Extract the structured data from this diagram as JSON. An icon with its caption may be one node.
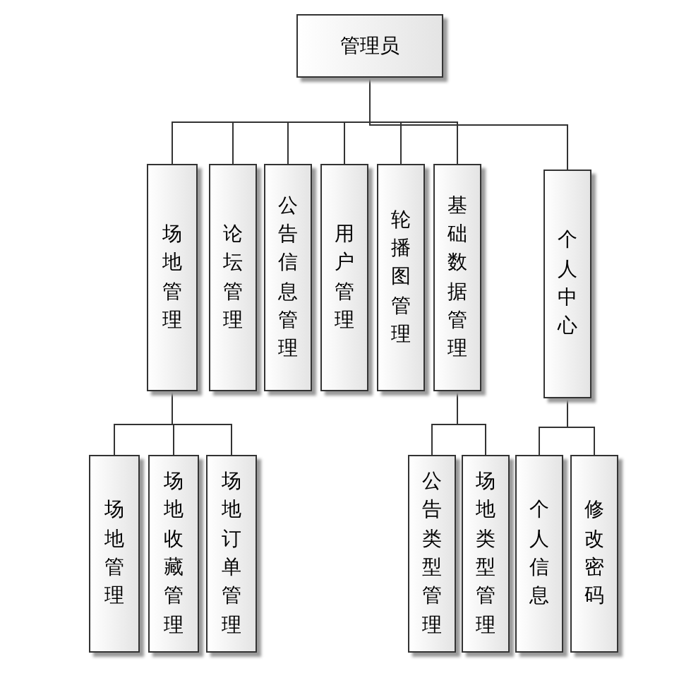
{
  "diagram": {
    "nodes": [
      {
        "text": [
          "管理员"
        ]
      },
      {
        "text": [
          "场地管理"
        ]
      },
      {
        "text": [
          "论坛管理"
        ]
      },
      {
        "text": [
          "公告信息管理"
        ]
      },
      {
        "text": [
          "用户管理"
        ]
      },
      {
        "text": [
          "轮播图管理"
        ]
      },
      {
        "text": [
          "基础数据管理"
        ]
      },
      {
        "text": [
          "个人中心"
        ]
      },
      {
        "text": [
          "场地管理"
        ]
      },
      {
        "text": [
          "场地收藏管理"
        ]
      },
      {
        "text": [
          "场地订单管理"
        ]
      },
      {
        "text": [
          "公告类型管理"
        ]
      },
      {
        "text": [
          "场地类型管理"
        ]
      },
      {
        "text": [
          "个人信息"
        ]
      },
      {
        "text": [
          "修改密码"
        ]
      }
    ],
    "edges": [
      {
        "from": 0,
        "to": 1,
        "arrow": "none"
      },
      {
        "from": 0,
        "to": 2,
        "arrow": "none"
      },
      {
        "from": 0,
        "to": 3,
        "arrow": "none"
      },
      {
        "from": 0,
        "to": 4,
        "arrow": "none"
      },
      {
        "from": 0,
        "to": 5,
        "arrow": "none"
      },
      {
        "from": 0,
        "to": 6,
        "arrow": "none"
      },
      {
        "from": 0,
        "to": 7,
        "arrow": "none"
      },
      {
        "from": 1,
        "to": 8,
        "arrow": "none"
      },
      {
        "from": 1,
        "to": 9,
        "arrow": "none"
      },
      {
        "from": 1,
        "to": 10,
        "arrow": "none"
      },
      {
        "from": 6,
        "to": 11,
        "arrow": "none"
      },
      {
        "from": 6,
        "to": 12,
        "arrow": "none"
      },
      {
        "from": 7,
        "to": 13,
        "arrow": "none"
      },
      {
        "from": 7,
        "to": 14,
        "arrow": "none"
      }
    ]
  }
}
